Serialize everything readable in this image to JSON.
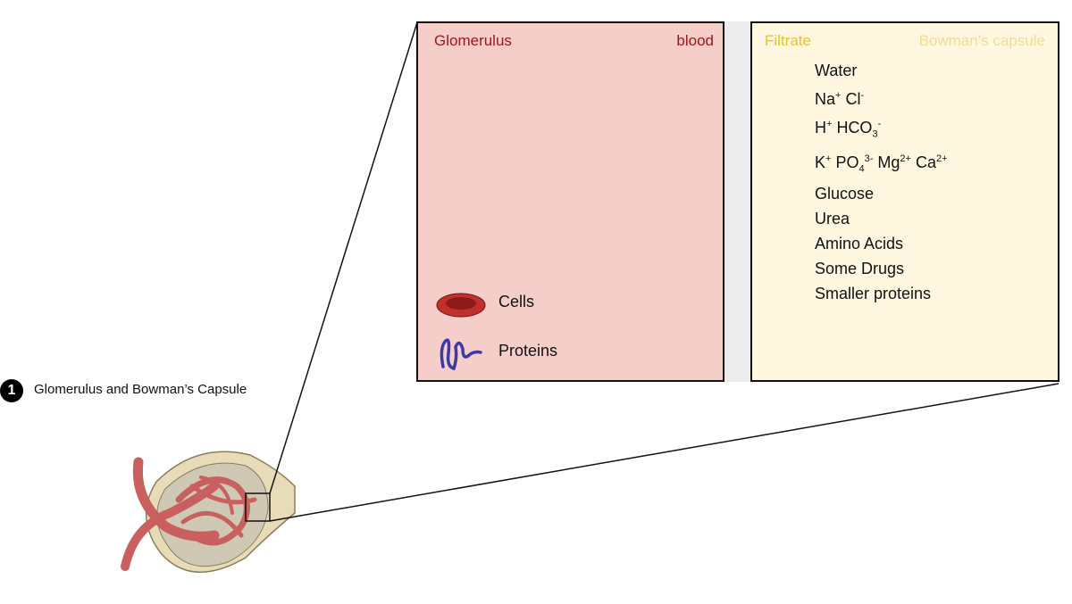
{
  "step": {
    "number": "1",
    "label": "Glomerulus and Bowman’s Capsule"
  },
  "blood_panel": {
    "title": "Glomerulus",
    "tag": "blood",
    "legend": [
      {
        "icon": "red-blood-cell-icon",
        "label": "Cells"
      },
      {
        "icon": "protein-icon",
        "label": "Proteins"
      }
    ]
  },
  "filtrate_panel": {
    "title": "Filtrate",
    "tag": "Bowman’s capsule",
    "items": [
      [
        {
          "t": "Water"
        }
      ],
      [
        {
          "t": "Na"
        },
        {
          "t": "+",
          "s": "sup"
        },
        {
          "t": " Cl"
        },
        {
          "t": "-",
          "s": "sup"
        }
      ],
      [
        {
          "t": "H"
        },
        {
          "t": "+",
          "s": "sup"
        },
        {
          "t": " HCO"
        },
        {
          "t": "3",
          "s": "sub"
        },
        {
          "t": "-",
          "s": "sup"
        }
      ],
      [
        {
          "t": "K"
        },
        {
          "t": "+",
          "s": "sup"
        },
        {
          "t": " PO"
        },
        {
          "t": "4",
          "s": "sub"
        },
        {
          "t": "3-",
          "s": "sup"
        },
        {
          "t": " Mg"
        },
        {
          "t": "2+",
          "s": "sup"
        },
        {
          "t": " Ca"
        },
        {
          "t": "2+",
          "s": "sup"
        }
      ],
      [
        {
          "t": "Glucose"
        }
      ],
      [
        {
          "t": "Urea"
        }
      ],
      [
        {
          "t": "Amino Acids"
        }
      ],
      [
        {
          "t": "Some Drugs"
        }
      ],
      [
        {
          "t": "Smaller proteins"
        }
      ]
    ]
  },
  "colors": {
    "blood_bg": "#f5cdc9",
    "blood_text": "#a3161c",
    "filtrate_bg": "#fff7df",
    "filtrate_title": "#e6c23a",
    "filtrate_tag": "#f2dd96",
    "vessel": "#c9605f",
    "capsule": "#e8dcb8"
  }
}
